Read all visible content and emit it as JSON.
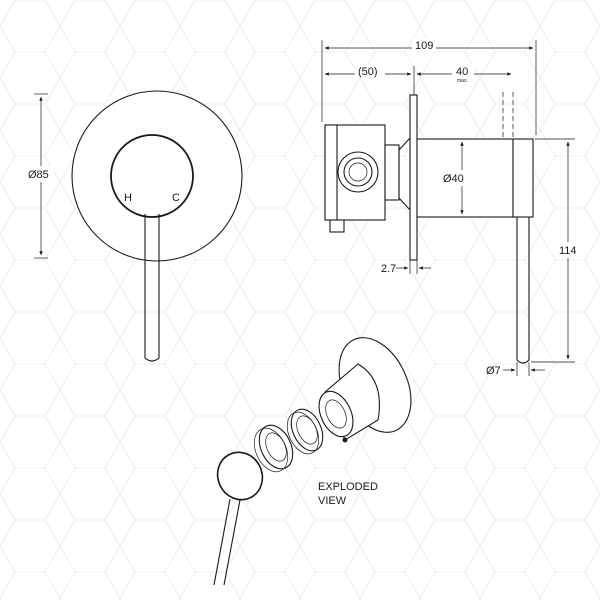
{
  "drawing": {
    "front_view": {
      "diameter_label": "Ø85",
      "hot_label": "H",
      "cold_label": "C"
    },
    "side_view": {
      "overall_length_label": "109",
      "body_length_label": "(50)",
      "lever_offset_label": "40",
      "lever_offset_note": "max.",
      "body_diameter_label": "Ø40",
      "plate_thickness_label": "2.7",
      "lever_length_label": "114",
      "lever_diameter_label": "Ø7"
    },
    "exploded": {
      "caption_line1": "EXPLODED",
      "caption_line2": "VIEW"
    }
  }
}
